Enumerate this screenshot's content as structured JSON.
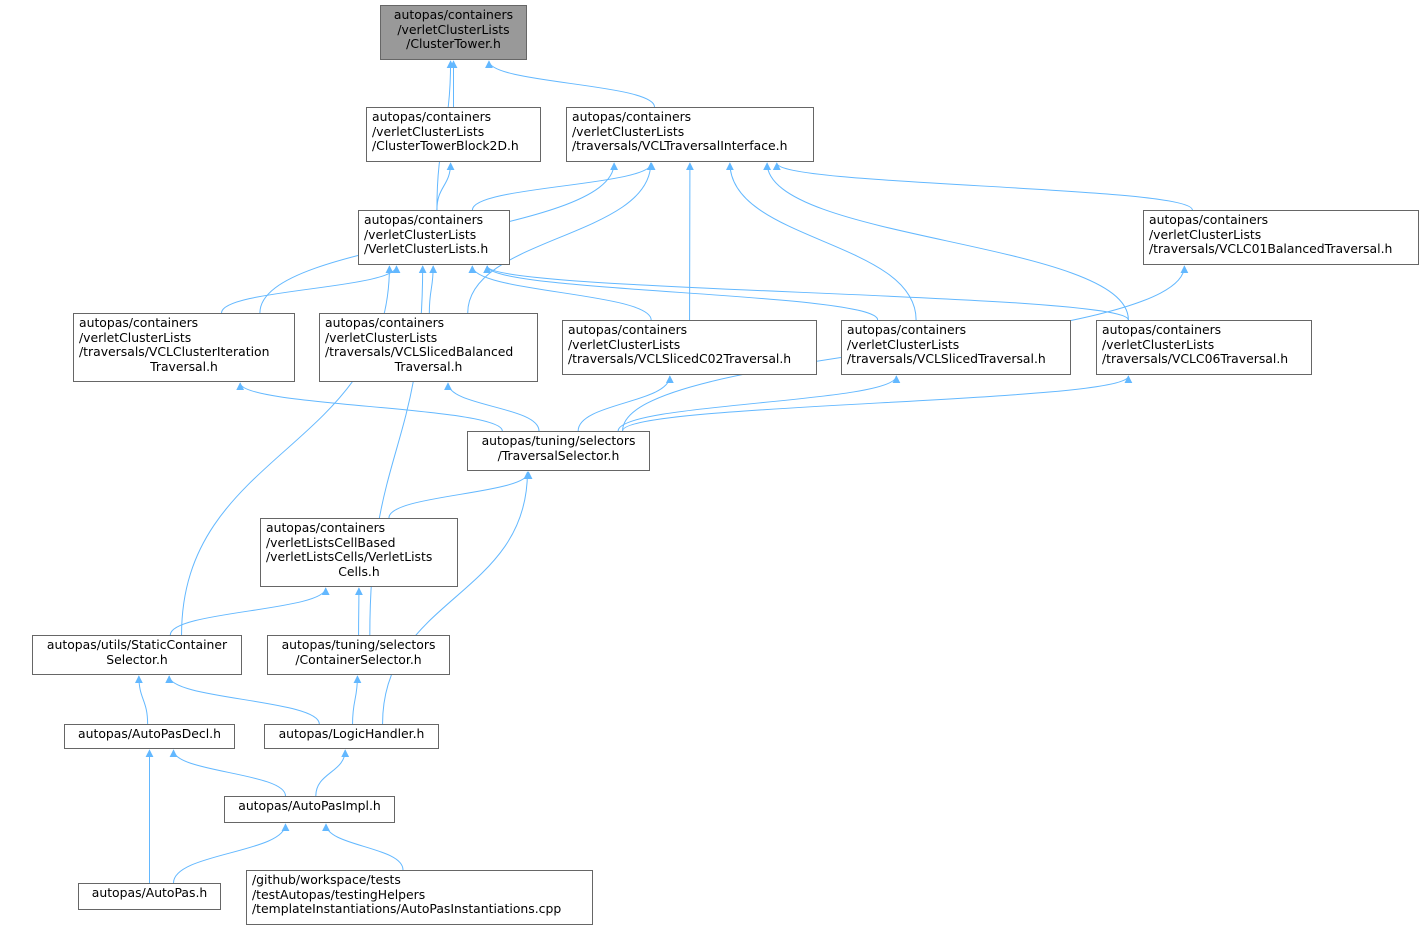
{
  "edge_color": "#63b8ff",
  "nodes": [
    {
      "id": "n0",
      "lines": [
        "autopas/containers",
        "/verletClusterLists",
        "/ClusterTower.h"
      ]
    },
    {
      "id": "n1",
      "lines": [
        "autopas/containers",
        "/verletClusterLists",
        "/ClusterTowerBlock2D.h"
      ]
    },
    {
      "id": "n2",
      "lines": [
        "autopas/containers",
        "/verletClusterLists",
        "/traversals/VCLTraversalInterface.h"
      ]
    },
    {
      "id": "n3",
      "lines": [
        "autopas/containers",
        "/verletClusterLists",
        "/VerletClusterLists.h"
      ]
    },
    {
      "id": "n4",
      "lines": [
        "autopas/containers",
        "/verletClusterLists",
        "/traversals/VCLC01BalancedTraversal.h"
      ]
    },
    {
      "id": "n5",
      "lines": [
        "autopas/containers",
        "/verletClusterLists",
        "/traversals/VCLClusterIteration",
        "Traversal.h"
      ]
    },
    {
      "id": "n6",
      "lines": [
        "autopas/containers",
        "/verletClusterLists",
        "/traversals/VCLSlicedBalanced",
        "Traversal.h"
      ]
    },
    {
      "id": "n7",
      "lines": [
        "autopas/containers",
        "/verletClusterLists",
        "/traversals/VCLSlicedC02Traversal.h"
      ]
    },
    {
      "id": "n8",
      "lines": [
        "autopas/containers",
        "/verletClusterLists",
        "/traversals/VCLSlicedTraversal.h"
      ]
    },
    {
      "id": "n9",
      "lines": [
        "autopas/containers",
        "/verletClusterLists",
        "/traversals/VCLC06Traversal.h"
      ]
    },
    {
      "id": "n10",
      "lines": [
        "autopas/tuning/selectors",
        "/TraversalSelector.h"
      ]
    },
    {
      "id": "n11",
      "lines": [
        "autopas/containers",
        "/verletListsCellBased",
        "/verletListsCells/VerletLists",
        "Cells.h"
      ]
    },
    {
      "id": "n12",
      "lines": [
        "autopas/utils/StaticContainer",
        "Selector.h"
      ]
    },
    {
      "id": "n13",
      "lines": [
        "autopas/tuning/selectors",
        "/ContainerSelector.h"
      ]
    },
    {
      "id": "n14",
      "lines": [
        "autopas/AutoPasDecl.h"
      ]
    },
    {
      "id": "n15",
      "lines": [
        "autopas/LogicHandler.h"
      ]
    },
    {
      "id": "n16",
      "lines": [
        "autopas/AutoPasImpl.h"
      ]
    },
    {
      "id": "n17",
      "lines": [
        "autopas/AutoPas.h"
      ]
    },
    {
      "id": "n18",
      "lines": [
        "/github/workspace/tests",
        "/testAutopas/testingHelpers",
        "/templateInstantiations/AutoPasInstantiations.cpp"
      ]
    }
  ],
  "edges": [
    {
      "from": "n1",
      "to": "n0"
    },
    {
      "from": "n2",
      "to": "n0"
    },
    {
      "from": "n3",
      "to": "n0"
    },
    {
      "from": "n3",
      "to": "n1"
    },
    {
      "from": "n3",
      "to": "n2"
    },
    {
      "from": "n4",
      "to": "n2"
    },
    {
      "from": "n5",
      "to": "n2"
    },
    {
      "from": "n6",
      "to": "n2"
    },
    {
      "from": "n7",
      "to": "n2"
    },
    {
      "from": "n8",
      "to": "n2"
    },
    {
      "from": "n9",
      "to": "n2"
    },
    {
      "from": "n5",
      "to": "n3"
    },
    {
      "from": "n6",
      "to": "n3"
    },
    {
      "from": "n7",
      "to": "n3"
    },
    {
      "from": "n8",
      "to": "n3"
    },
    {
      "from": "n9",
      "to": "n3"
    },
    {
      "from": "n12",
      "to": "n3"
    },
    {
      "from": "n13",
      "to": "n3"
    },
    {
      "from": "n10",
      "to": "n4"
    },
    {
      "from": "n10",
      "to": "n5"
    },
    {
      "from": "n10",
      "to": "n6"
    },
    {
      "from": "n10",
      "to": "n7"
    },
    {
      "from": "n10",
      "to": "n8"
    },
    {
      "from": "n10",
      "to": "n9"
    },
    {
      "from": "n11",
      "to": "n10"
    },
    {
      "from": "n15",
      "to": "n10"
    },
    {
      "from": "n12",
      "to": "n11"
    },
    {
      "from": "n13",
      "to": "n11"
    },
    {
      "from": "n14",
      "to": "n12"
    },
    {
      "from": "n15",
      "to": "n12"
    },
    {
      "from": "n15",
      "to": "n13"
    },
    {
      "from": "n16",
      "to": "n14"
    },
    {
      "from": "n17",
      "to": "n14"
    },
    {
      "from": "n16",
      "to": "n15"
    },
    {
      "from": "n17",
      "to": "n16"
    },
    {
      "from": "n18",
      "to": "n16"
    }
  ]
}
